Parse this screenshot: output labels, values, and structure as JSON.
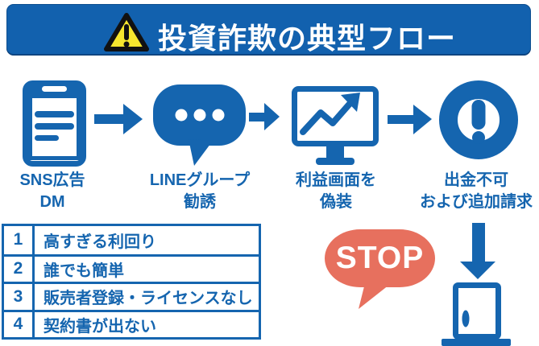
{
  "header": {
    "title": "投資詐欺の典型フロー"
  },
  "flow": {
    "steps": [
      {
        "icon": "smartphone-icon",
        "label_line1": "SNS広告",
        "label_line2": "DM"
      },
      {
        "icon": "chat-bubble-icon",
        "label_line1": "LINEグループ",
        "label_line2": "勧誘"
      },
      {
        "icon": "monitor-chart-icon",
        "label_line1": "利益画面を",
        "label_line2": "偽装"
      },
      {
        "icon": "alert-circle-icon",
        "label_line1": "出金不可",
        "label_line2": "および追加請求"
      }
    ]
  },
  "warning_signs": {
    "rows": [
      {
        "number": "1",
        "text": "高すぎる利回り"
      },
      {
        "number": "2",
        "text": "誰でも簡単"
      },
      {
        "number": "3",
        "text": "販売者登録・ライセンスなし"
      },
      {
        "number": "4",
        "text": "契約書が出ない"
      }
    ]
  },
  "stop_bubble": {
    "label": "STOP"
  },
  "colors": {
    "header_blue": "#1261ae",
    "icon_blue": "#1565af",
    "stop_red": "#e7705e",
    "warning_yellow": "#f6e62e"
  }
}
